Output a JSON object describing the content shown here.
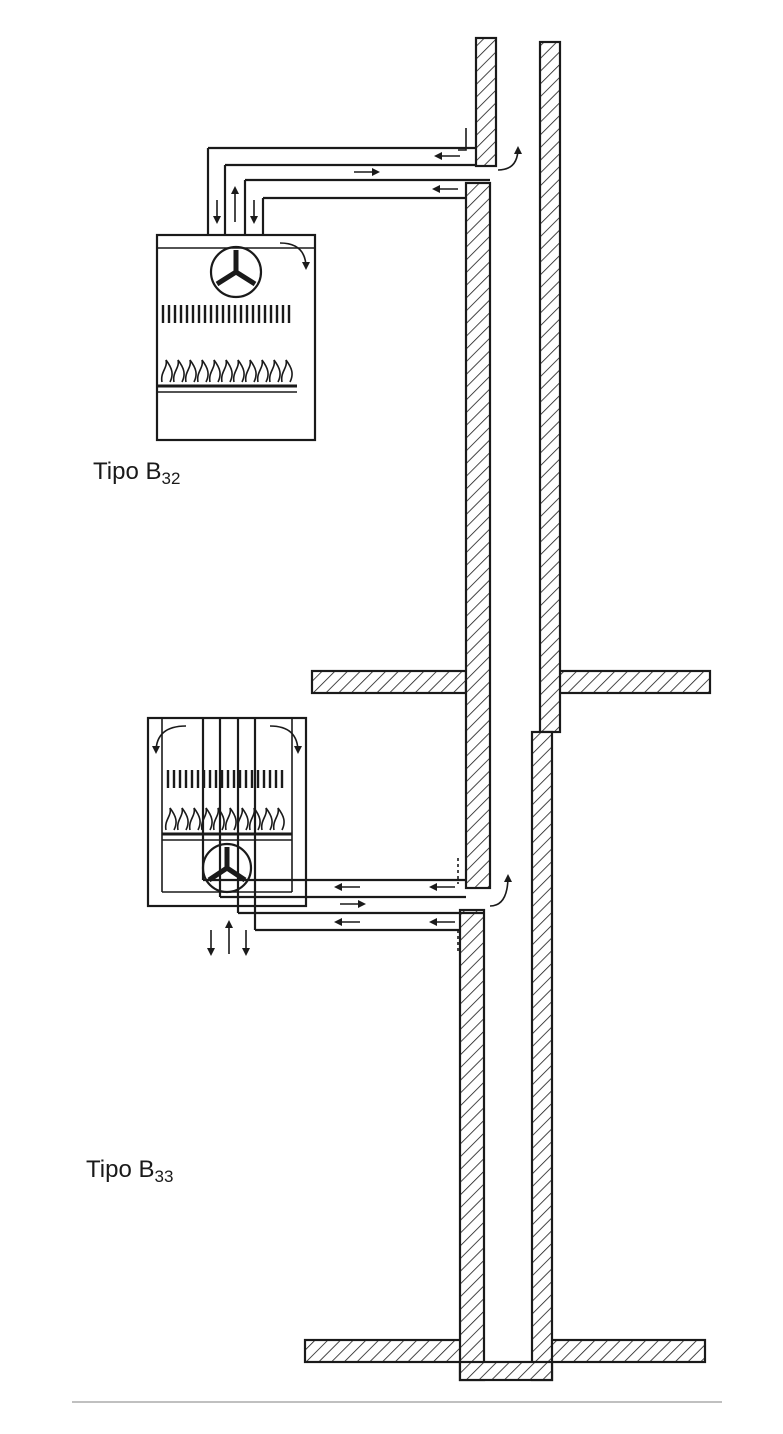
{
  "labels": {
    "top": {
      "prefix": "Tipo B",
      "subscript": "32"
    },
    "bottom": {
      "prefix": "Tipo B",
      "subscript": "33"
    }
  },
  "colors": {
    "ink": "#1a1a1a",
    "paper": "#ffffff"
  }
}
